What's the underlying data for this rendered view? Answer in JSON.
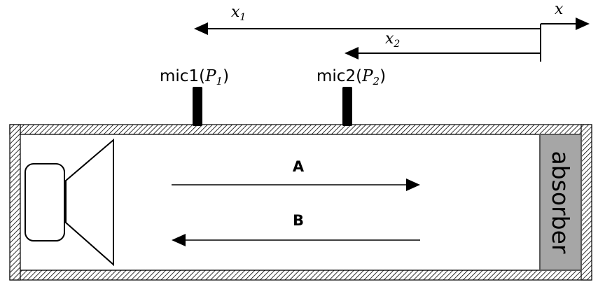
{
  "axis": {
    "x": "x"
  },
  "distances": {
    "x1": {
      "var": "x",
      "sub": "1"
    },
    "x2": {
      "var": "x",
      "sub": "2"
    }
  },
  "mics": [
    {
      "name": "mic1",
      "open": "(",
      "p": "P",
      "sub": "1",
      "close": ")"
    },
    {
      "name": "mic2",
      "open": "(",
      "p": "P",
      "sub": "2",
      "close": ")"
    }
  ],
  "waves": {
    "incident": "A",
    "reflected": "B"
  },
  "absorber": {
    "label": "absorber",
    "color": "#a6a6a6"
  }
}
